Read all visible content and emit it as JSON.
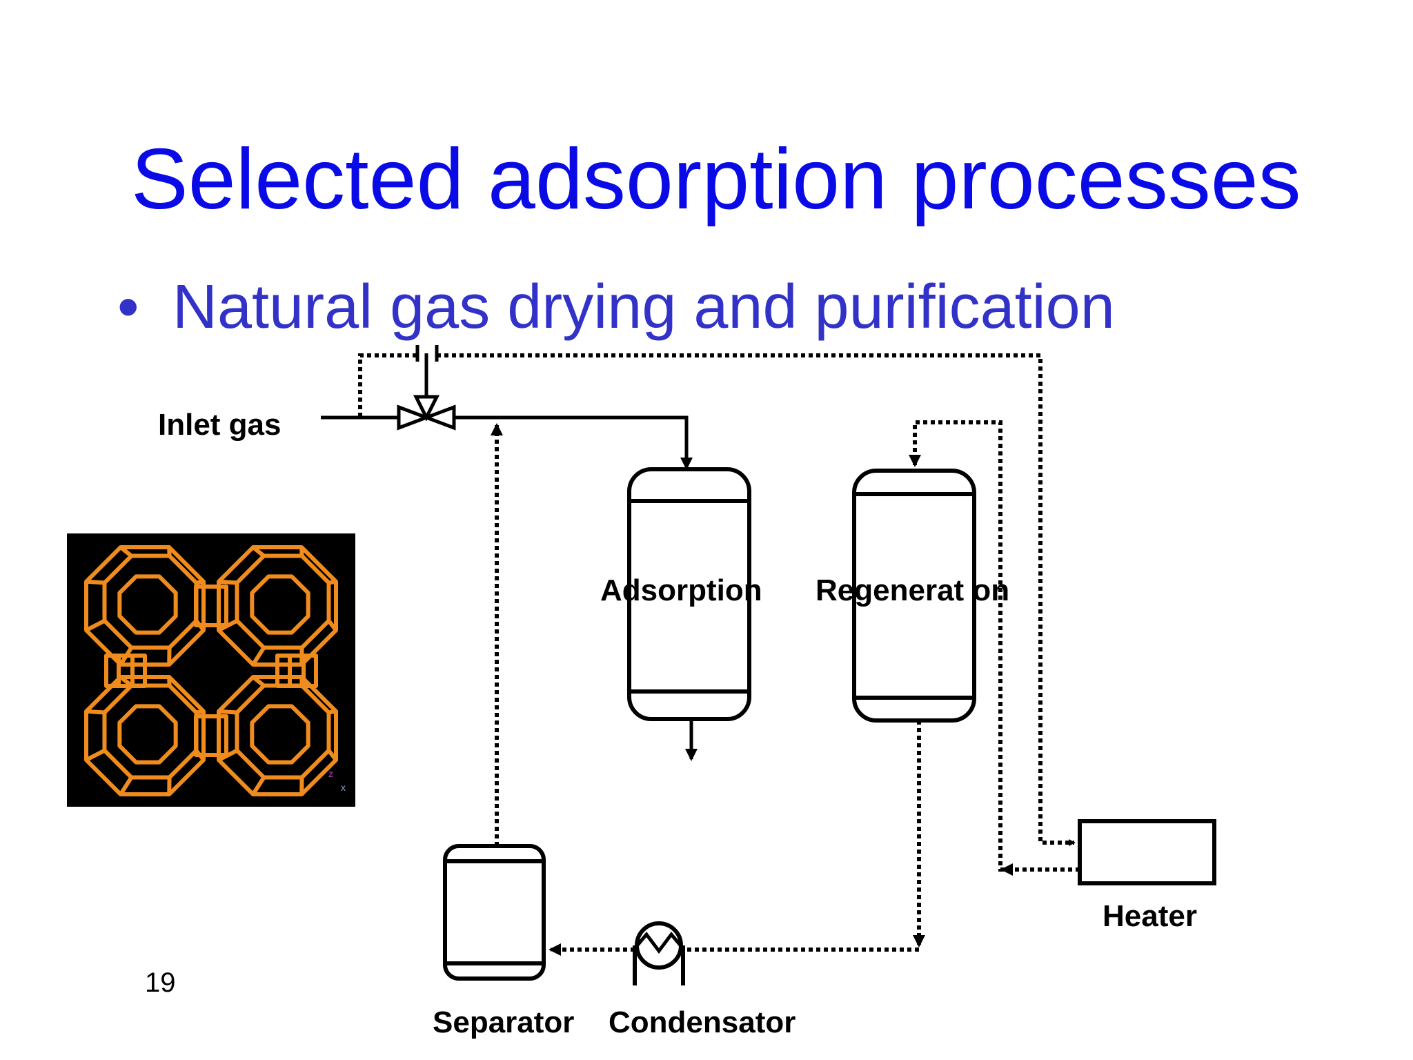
{
  "slide": {
    "title": "Selected adsorption processes",
    "bullet": "Natural gas drying and purification",
    "page_number": "19"
  },
  "diagram": {
    "labels": {
      "inlet": "Inlet gas",
      "adsorption": "Adsorption",
      "regeneration": "Regenerat on",
      "heater": "Heater",
      "separator": "Separator",
      "condensator": "Condensator"
    },
    "axis_glyphs": {
      "z": "z",
      "x": "x"
    }
  },
  "colors": {
    "title": "#0a0ae6",
    "bullet": "#3232c8",
    "zeolite": "#f08c1e",
    "zeolite_background": "#000000"
  }
}
